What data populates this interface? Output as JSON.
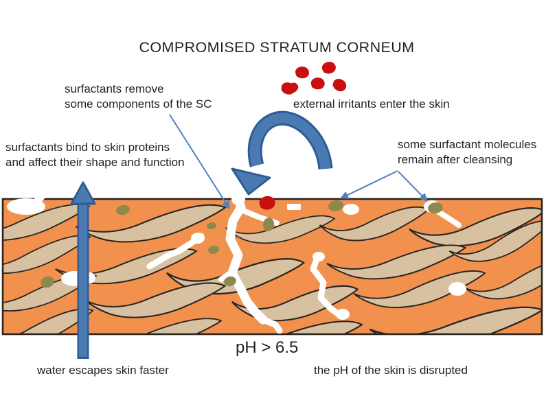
{
  "title": "COMPROMISED STRATUM CORNEUM",
  "annotations": {
    "surfactants_remove": "surfactants remove\nsome components of the SC",
    "external_irritants": "external irritants enter the skin",
    "surfactants_bind": "surfactants bind to skin proteins\nand affect their shape and function",
    "molecules_remain": "some surfactant molecules\nremain after cleansing",
    "water_escapes": "water escapes skin faster",
    "ph_value": "pH > 6.5",
    "ph_disrupted": "the pH of the skin is disrupted"
  },
  "colors": {
    "skin_orange": "#F2914E",
    "cell_beige": "#D8C1A0",
    "outline_dark": "#2A2622",
    "irritant_red": "#C8100F",
    "arrow_blue": "#4B7AB3",
    "arrow_blue_dark": "#2E5C93",
    "pointer_blue": "#4F80C0",
    "surfactant_olive": "#8C884E",
    "patch_white": "#FFFFFF",
    "text_dark": "#231F20",
    "background": "#FFFFFF"
  },
  "icons": {
    "curved_down_arrow": "thick blue arc arrow pointing down into skin",
    "up_arrow": "thick blue vertical arrow through skin pointing up",
    "red_drop": "red droplet (irritant)",
    "olive_blob": "olive blob (surfactant molecule)",
    "white_patch": "white patch/crack in stratum corneum"
  }
}
